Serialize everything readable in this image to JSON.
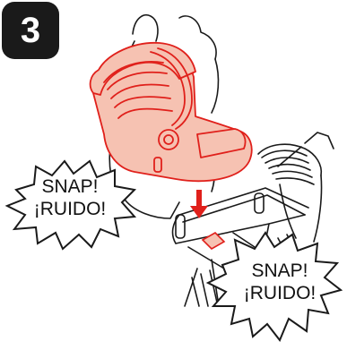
{
  "step": {
    "number": "3"
  },
  "callouts": [
    {
      "line1": "SNAP!",
      "line2": "¡RUIDO!"
    },
    {
      "line1": "SNAP!",
      "line2": "¡RUIDO!"
    }
  ],
  "colors": {
    "carrier_fill": "#f6c2b2",
    "carrier_stroke": "#e0201b",
    "arrow": "#e0201b",
    "line_art": "#1a1a1a",
    "badge": "#1a1a1a"
  },
  "icons": [
    "infant-car-seat",
    "stroller",
    "person-figure",
    "down-arrow-icon",
    "burst-callout"
  ]
}
